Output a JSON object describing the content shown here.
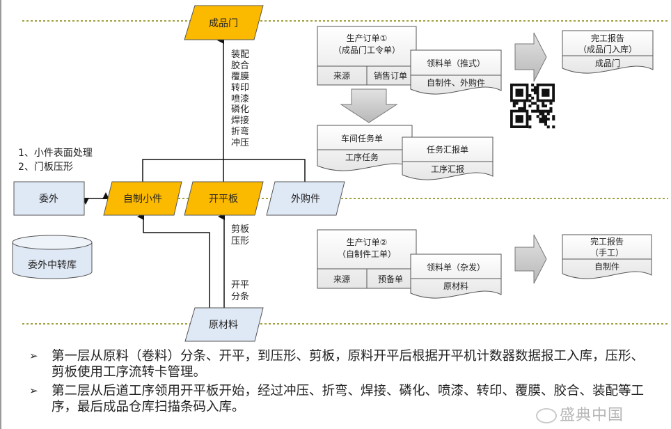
{
  "top": {
    "finished_door": "成品门",
    "processes_upper": [
      "装配",
      "胶合",
      "覆膜",
      "转印",
      "喷漆",
      "磷化",
      "焊接",
      "折弯",
      "冲压"
    ],
    "notes": [
      "1、小件表面处理",
      "2、门板压形"
    ]
  },
  "middle": {
    "outsource": "委外",
    "self_made_parts": "自制小件",
    "flat_sheet": "开平板",
    "purchased_parts": "外购件",
    "outsource_warehouse": "委外中转库",
    "processes_lower_1": [
      "剪板",
      "压形"
    ],
    "processes_lower_2": [
      "开平",
      "分条"
    ],
    "raw_material": "原材料"
  },
  "docs_top": {
    "order1": {
      "title1": "生产订单①",
      "title2": "（成品门工令单）",
      "source_label": "来源",
      "source_value": "销售订单"
    },
    "pick1": {
      "title": "领料单（推式）",
      "content": "自制件、外购件"
    },
    "workshop": {
      "title": "车间任务单",
      "content": "工序任务"
    },
    "report_task": {
      "title": "任务汇报单",
      "content": "工序汇报"
    },
    "complete1": {
      "title1": "完工报告",
      "title2": "（成品门入库）",
      "content": "成品门"
    }
  },
  "docs_bottom": {
    "order2": {
      "title1": "生产订单②",
      "title2": "（自制件工单）",
      "source_label": "来源",
      "source_value": "预备单"
    },
    "pick2": {
      "title": "领料单（杂发）",
      "content": "原材料"
    },
    "complete2": {
      "title1": "完工报告",
      "title2": "（手工）",
      "content": "自制件"
    }
  },
  "bullets": [
    "第一层从原料（卷料）分条、开平，到压形、剪板，原料开平后根据开平机计数器数据报工入库，压形、剪板使用工序流转卡管理。",
    "第二层从后道工序领用开平板开始，经过冲压、折弯、焊接、磷化、喷漆、转印、覆膜、胶合、装配等工序，最后成品仓库扫描条码入库。"
  ],
  "watermark": "盛典中国",
  "colors": {
    "orange": "#fbb900",
    "blue": "#dfe8f5",
    "dotted": "#a0a040"
  }
}
